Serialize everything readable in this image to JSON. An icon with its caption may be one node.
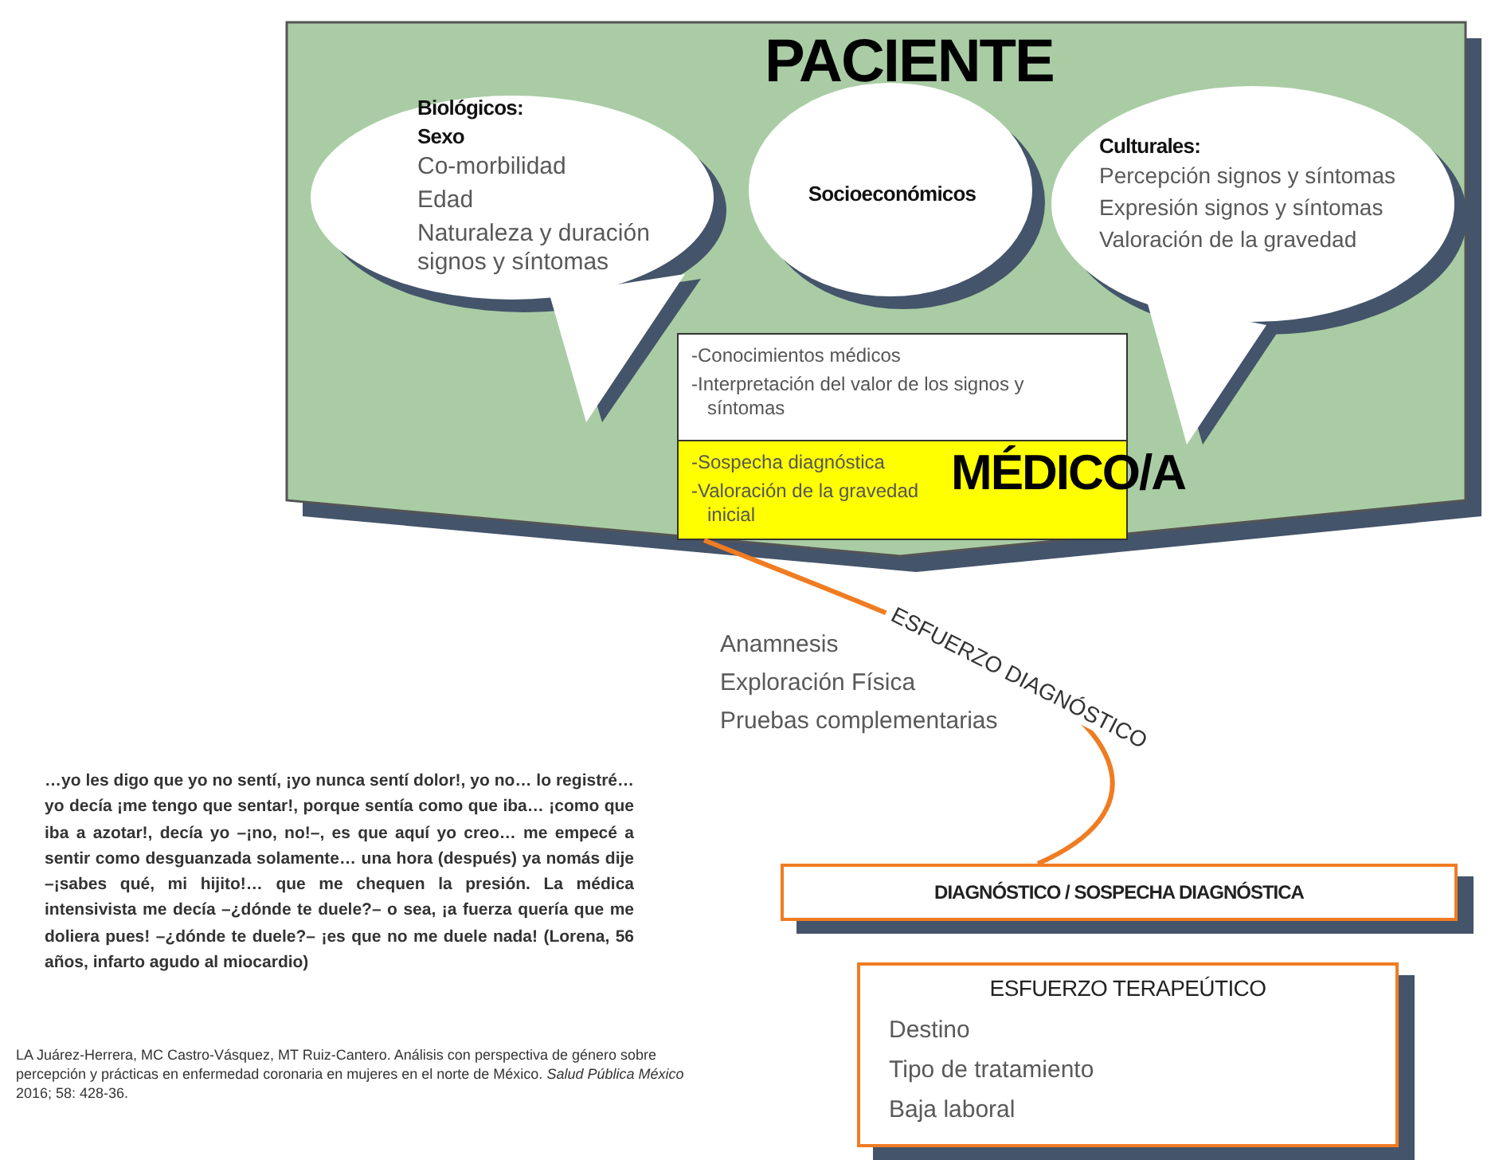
{
  "diagram": {
    "nodes": [
      {
        "text": [
          "PACIENTE"
        ]
      },
      {
        "text": [
          "Biológicos:",
          "Sexo",
          "Co-morbilidad",
          "Edad",
          "Naturaleza y duración signos y síntomas"
        ],
        "in": 0
      },
      {
        "text": [
          "Socioeconómicos"
        ],
        "in": 0
      },
      {
        "text": [
          "Culturales:",
          "Percepción signos y síntomas",
          "Expresión signos y síntomas",
          "Valoración de la gravedad"
        ],
        "in": 0
      },
      {
        "text": [
          "MÉDICO/A",
          "-Conocimientos médicos",
          "-Interpretación del valor de los signos y síntomas",
          "-Sospecha diagnóstica",
          "-Valoración de la gravedad inicial"
        ],
        "in": 0
      },
      {
        "text": [
          "DIAGNÓSTICO / SOSPECHA DIAGNÓSTICA"
        ]
      },
      {
        "text": [
          "ESFUERZO TERAPEÚTICO",
          "Destino",
          "Tipo de tratamiento",
          "Baja laboral"
        ]
      }
    ],
    "edges": [
      {
        "from": 4,
        "to": 5,
        "arrow": "none",
        "label": "ESFUERZO DIAGNÓSTICO",
        "color": "#f07c22"
      }
    ],
    "labels": [
      "Anamnesis",
      "Exploración Física",
      "Pruebas complementarias",
      "…yo les digo que yo no sentí, ¡yo nunca sentí dolor!, yo no… lo registré… yo decía ¡me tengo que sentar!, porque sentía como que iba… ¡como que iba a azotar!, decía yo –¡no, no!–, es que aquí yo creo… me empecé a sentir como desguanzada solamente… una hora (después) ya nomás dije –¡sabes qué, mi hijito!… que me chequen la presión. La médica intensivista me decía –¿dónde te duele?– o sea, ¡a fuerza quería que me doliera pues! –¿dónde te duele?– ¡es que no me duele nada! (Lorena, 56 años, infarto agudo al miocardio)",
      "LA Juárez-Herrera, MC Castro-Vásquez, MT Ruiz-Cantero. Análisis con perspectiva de género sobre percepción y prácticas en enfermedad coronaria en mujeres en el norte de México. *Salud Pública México* 2016; 58: 428-36."
    ]
  }
}
